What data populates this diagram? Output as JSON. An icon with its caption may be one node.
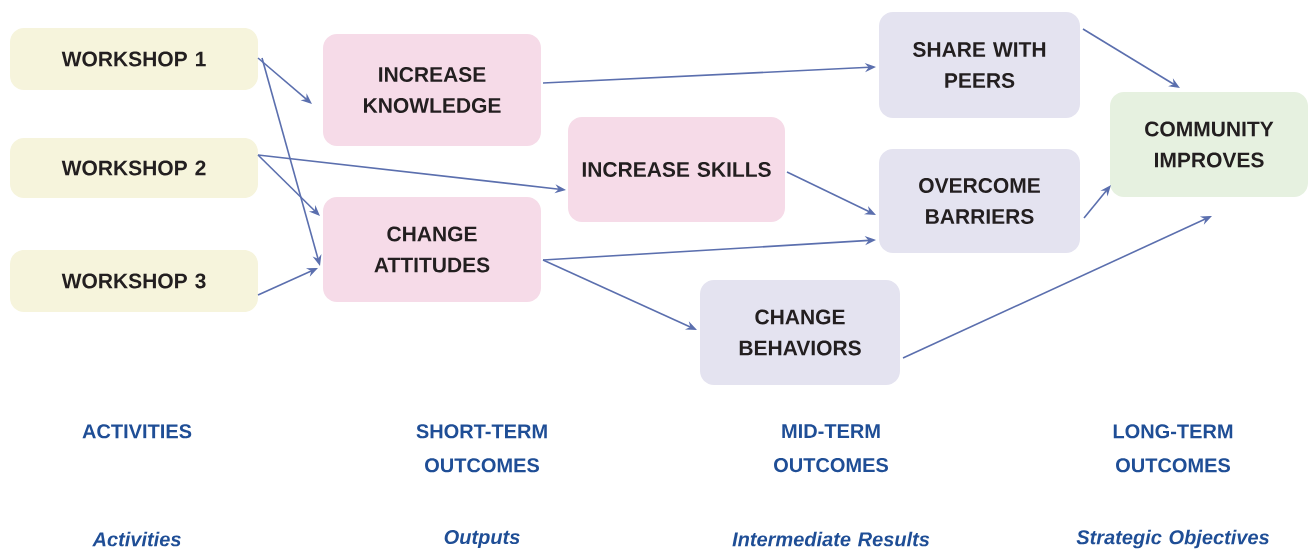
{
  "diagram": {
    "nodes": [
      {
        "text": [
          "WORKSHOP 1"
        ]
      },
      {
        "text": [
          "WORKSHOP 2"
        ]
      },
      {
        "text": [
          "WORKSHOP 3"
        ]
      },
      {
        "text": [
          "INCREASE KNOWLEDGE"
        ]
      },
      {
        "text": [
          "CHANGE ATTITUDES"
        ]
      },
      {
        "text": [
          "INCREASE SKILLS"
        ]
      },
      {
        "text": [
          "SHARE WITH PEERS"
        ]
      },
      {
        "text": [
          "OVERCOME BARRIERS"
        ]
      },
      {
        "text": [
          "CHANGE BEHAVIORS"
        ]
      },
      {
        "text": [
          "COMMUNITY IMPROVES"
        ]
      }
    ],
    "edges": [
      {
        "from": 0,
        "to": 3,
        "arrow": "to"
      },
      {
        "from": 0,
        "to": 4,
        "arrow": "to"
      },
      {
        "from": 1,
        "to": 5,
        "arrow": "to"
      },
      {
        "from": 1,
        "to": 4,
        "arrow": "to"
      },
      {
        "from": 2,
        "to": 4,
        "arrow": "to"
      },
      {
        "from": 3,
        "to": 6,
        "arrow": "to"
      },
      {
        "from": 5,
        "to": 7,
        "arrow": "to"
      },
      {
        "from": 4,
        "to": 7,
        "arrow": "to"
      },
      {
        "from": 4,
        "to": 8,
        "arrow": "to"
      },
      {
        "from": 6,
        "to": 9,
        "arrow": "to"
      },
      {
        "from": 7,
        "to": 9,
        "arrow": "to"
      },
      {
        "from": 8,
        "to": 9,
        "arrow": "to"
      }
    ],
    "labels": [
      "ACTIVITIES",
      "SHORT-TERM OUTCOMES",
      "MID-TERM OUTCOMES",
      "LONG-TERM OUTCOMES",
      "Activities",
      "Outputs",
      "Intermediate Results",
      "Strategic Objectives"
    ]
  }
}
